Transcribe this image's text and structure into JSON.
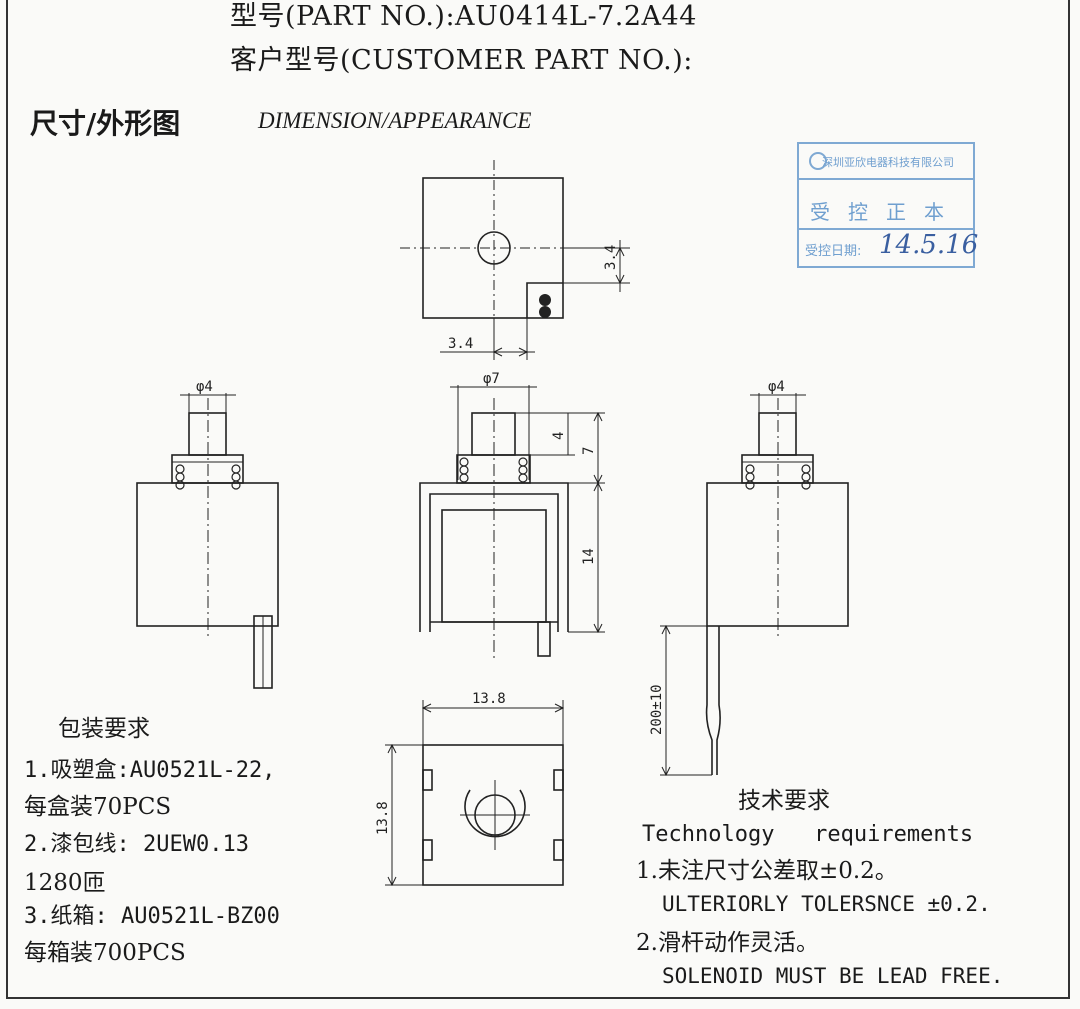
{
  "header": {
    "part_no": "型号(PART NO.):AU0414L-7.2A44",
    "customer_part_no": "客户型号(CUSTOMER PART NO.):"
  },
  "section": {
    "title_cn": "尺寸/外形图",
    "title_en": "DIMENSION/APPEARANCE"
  },
  "stamp": {
    "company": "深圳亚欣电器科技有限公司",
    "status": "受控正本",
    "date_label": "受控日期:",
    "date_handwritten": "14.5.16"
  },
  "dimensions": {
    "top_v": "3.4",
    "top_h": "3.4",
    "left_dia": "φ4",
    "front_dia": "φ7",
    "front_4": "4",
    "front_7": "7",
    "front_14": "14",
    "right_dia": "φ4",
    "lead_len": "200±10",
    "bottom_w": "13.8",
    "bottom_h": "13.8"
  },
  "packaging": {
    "title": "包装要求",
    "lines": [
      "1.吸塑盒:AU0521L-22,",
      "每盒装70PCS",
      "2.漆包线: 2UEW0.13",
      "1280匝",
      "3.纸箱: AU0521L-BZ00",
      "每箱装700PCS"
    ]
  },
  "tech": {
    "title_cn": "技术要求",
    "title_en": "Technology   requirements",
    "item1_cn": "1.未注尺寸公差取±0.2。",
    "item1_en": "ULTERIORLY TOLERSNCE ±0.2.",
    "item2_cn": "2.滑杆动作灵活。",
    "item2_en": "SOLENOID MUST BE LEAD FREE."
  }
}
